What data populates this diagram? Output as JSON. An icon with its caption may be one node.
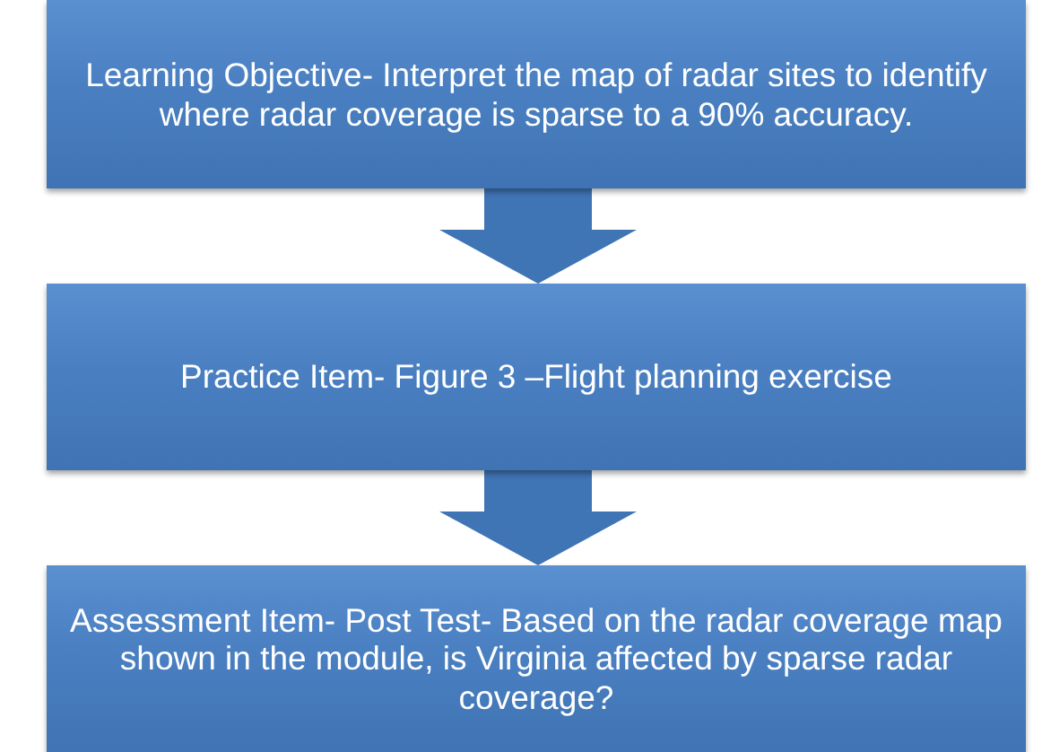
{
  "diagram": {
    "nodes": [
      {
        "text": [
          "Learning Objective- Interpret the map of radar sites to identify where radar coverage is sparse to a 90% accuracy."
        ]
      },
      {
        "text": [
          "Practice Item- Figure 3 –Flight planning exercise"
        ]
      },
      {
        "text": [
          "Assessment Item- Post Test- Based on the radar coverage map shown in the module, is Virginia affected by sparse radar coverage?"
        ]
      }
    ],
    "edges": [
      {
        "from": 0,
        "to": 1,
        "arrow": "to"
      },
      {
        "from": 1,
        "to": 2,
        "arrow": "to"
      }
    ]
  }
}
